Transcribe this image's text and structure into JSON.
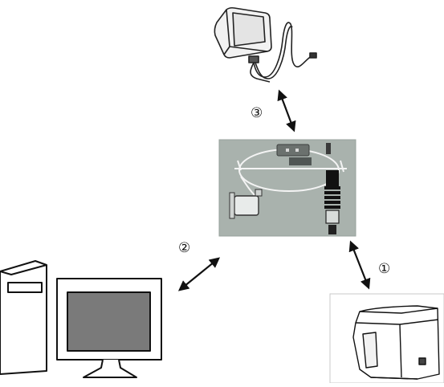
{
  "labels": {
    "link_1": "①",
    "link_2": "②",
    "link_3": "③"
  },
  "devices": [
    {
      "icon": "power-adapter-icon"
    },
    {
      "icon": "y-cable-photo-icon"
    },
    {
      "icon": "desktop-computer-icon"
    },
    {
      "icon": "receipt-printer-icon"
    }
  ],
  "colors": {
    "line": "#111111",
    "photo_bg": "#a9b2ad",
    "photo_frame": "#98a39d",
    "monitor_screen": "#7a7a7a"
  }
}
